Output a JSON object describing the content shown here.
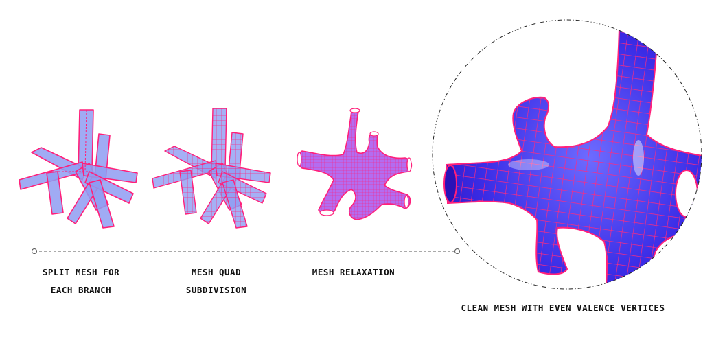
{
  "steps": [
    {
      "label_line1": "SPLIT MESH FOR",
      "label_line2": "EACH BRANCH"
    },
    {
      "label_line1": "MESH QUAD",
      "label_line2": "SUBDIVISION"
    },
    {
      "label_line1": "MESH RELAXATION",
      "label_line2": ""
    },
    {
      "label_line1": "CLEAN MESH WITH EVEN VALENCE VERTICES",
      "label_line2": ""
    }
  ],
  "colors": {
    "fill_light": "#8f9cf2",
    "fill_dark": "#3b2fe0",
    "wire": "#ff1f7a",
    "text": "#111111",
    "line": "#555555"
  }
}
